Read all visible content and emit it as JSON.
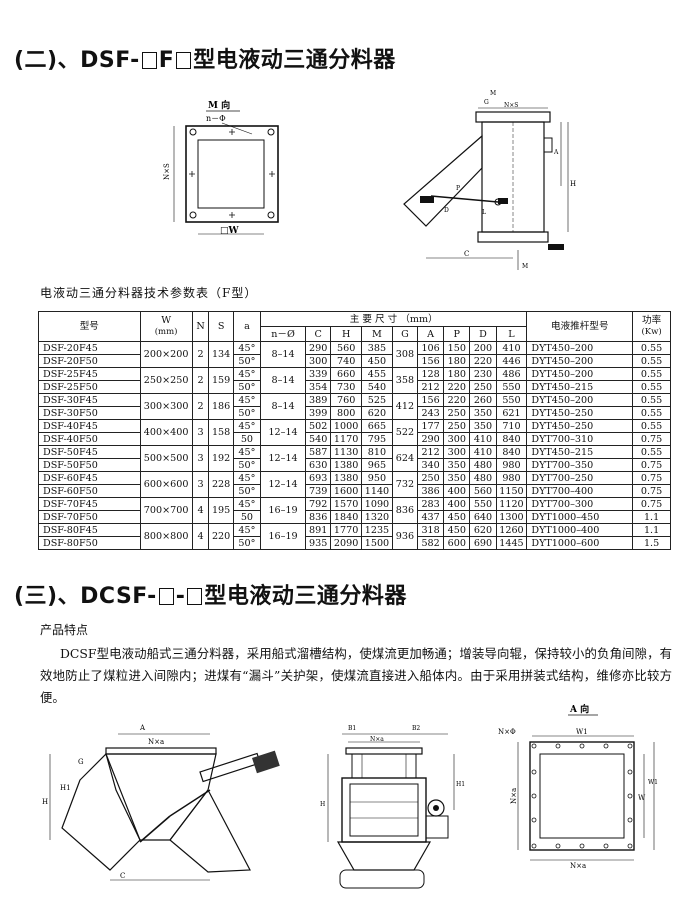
{
  "section2": {
    "prefix": "(二)、",
    "code_a": "DSF-",
    "code_b": "F",
    "title_cn": "型电液动三通分料器"
  },
  "fig1": {
    "m_view": "M 向",
    "n_phi": "n－Φ",
    "nxs": "N×S",
    "w_label": "□W"
  },
  "fig2": {
    "g": "G",
    "m_top": "M",
    "nxs": "N×S",
    "h": "H",
    "a": "A",
    "p": "P",
    "d": "D",
    "l": "L",
    "c": "C",
    "m_bot": "M"
  },
  "table_caption": "电液动三通分料器技术参数表（F型）",
  "table": {
    "h_model": "型号",
    "h_w": "W",
    "h_w_unit": "(mm)",
    "h_n": "N",
    "h_s": "S",
    "h_a": "a",
    "h_main": "主 要 尺 寸 （mm）",
    "h_nphi": "n－Ø",
    "h_c": "C",
    "h_h": "H",
    "h_m": "M",
    "h_g": "G",
    "h_aa": "A",
    "h_p": "P",
    "h_d": "D",
    "h_l": "L",
    "h_push": "电液推杆型号",
    "h_power": "功率",
    "h_power_unit": "(Kw)",
    "groups": [
      {
        "w": "200×200",
        "n": "2",
        "s": "134",
        "nphi": "8–14",
        "g": "308",
        "rows": [
          {
            "model": "DSF-20F45",
            "a": "45°",
            "c": "290",
            "h": "560",
            "m": "385",
            "A": "106",
            "p": "150",
            "d": "200",
            "l": "410",
            "push": "DYT450–200",
            "kw": "0.55"
          },
          {
            "model": "DSF-20F50",
            "a": "50°",
            "c": "300",
            "h": "740",
            "m": "450",
            "A": "156",
            "p": "180",
            "d": "220",
            "l": "446",
            "push": "DYT450–200",
            "kw": "0.55"
          }
        ]
      },
      {
        "w": "250×250",
        "n": "2",
        "s": "159",
        "nphi": "8–14",
        "g": "358",
        "rows": [
          {
            "model": "DSF-25F45",
            "a": "45°",
            "c": "339",
            "h": "660",
            "m": "455",
            "A": "128",
            "p": "180",
            "d": "230",
            "l": "486",
            "push": "DYT450–200",
            "kw": "0.55"
          },
          {
            "model": "DSF-25F50",
            "a": "50°",
            "c": "354",
            "h": "730",
            "m": "540",
            "A": "212",
            "p": "220",
            "d": "250",
            "l": "550",
            "push": "DYT450–215",
            "kw": "0.55"
          }
        ]
      },
      {
        "w": "300×300",
        "n": "2",
        "s": "186",
        "nphi": "8–14",
        "g": "412",
        "rows": [
          {
            "model": "DSF-30F45",
            "a": "45°",
            "c": "389",
            "h": "760",
            "m": "525",
            "A": "156",
            "p": "220",
            "d": "260",
            "l": "550",
            "push": "DYT450–200",
            "kw": "0.55"
          },
          {
            "model": "DSF-30F50",
            "a": "50°",
            "c": "399",
            "h": "800",
            "m": "620",
            "A": "243",
            "p": "250",
            "d": "350",
            "l": "621",
            "push": "DYT450–250",
            "kw": "0.55"
          }
        ]
      },
      {
        "w": "400×400",
        "n": "3",
        "s": "158",
        "nphi": "12–14",
        "g": "522",
        "rows": [
          {
            "model": "DSF-40F45",
            "a": "45°",
            "c": "502",
            "h": "1000",
            "m": "665",
            "A": "177",
            "p": "250",
            "d": "350",
            "l": "710",
            "push": "DYT450–250",
            "kw": "0.55"
          },
          {
            "model": "DSF-40F50",
            "a": "50",
            "c": "540",
            "h": "1170",
            "m": "795",
            "A": "290",
            "p": "300",
            "d": "410",
            "l": "840",
            "push": "DYT700–310",
            "kw": "0.75"
          }
        ]
      },
      {
        "w": "500×500",
        "n": "3",
        "s": "192",
        "nphi": "12–14",
        "g": "624",
        "rows": [
          {
            "model": "DSF-50F45",
            "a": "45°",
            "c": "587",
            "h": "1130",
            "m": "810",
            "A": "212",
            "p": "300",
            "d": "410",
            "l": "840",
            "push": "DYT450–215",
            "kw": "0.55"
          },
          {
            "model": "DSF-50F50",
            "a": "50°",
            "c": "630",
            "h": "1380",
            "m": "965",
            "A": "340",
            "p": "350",
            "d": "480",
            "l": "980",
            "push": "DYT700–350",
            "kw": "0.75"
          }
        ]
      },
      {
        "w": "600×600",
        "n": "3",
        "s": "228",
        "nphi": "12–14",
        "g": "732",
        "rows": [
          {
            "model": "DSF-60F45",
            "a": "45°",
            "c": "693",
            "h": "1380",
            "m": "950",
            "A": "250",
            "p": "350",
            "d": "480",
            "l": "980",
            "push": "DYT700–250",
            "kw": "0.75"
          },
          {
            "model": "DSF-60F50",
            "a": "50°",
            "c": "739",
            "h": "1600",
            "m": "1140",
            "A": "386",
            "p": "400",
            "d": "560",
            "l": "1150",
            "push": "DYT700–400",
            "kw": "0.75"
          }
        ]
      },
      {
        "w": "700×700",
        "n": "4",
        "s": "195",
        "nphi": "16–19",
        "g": "836",
        "rows": [
          {
            "model": "DSF-70F45",
            "a": "45°",
            "c": "792",
            "h": "1570",
            "m": "1090",
            "A": "283",
            "p": "400",
            "d": "550",
            "l": "1120",
            "push": "DYT700–300",
            "kw": "0.75"
          },
          {
            "model": "DSF-70F50",
            "a": "50",
            "c": "836",
            "h": "1840",
            "m": "1320",
            "A": "437",
            "p": "450",
            "d": "640",
            "l": "1300",
            "push": "DYT1000–450",
            "kw": "1.1"
          }
        ]
      },
      {
        "w": "800×800",
        "n": "4",
        "s": "220",
        "nphi": "16–19",
        "g": "936",
        "rows": [
          {
            "model": "DSF-80F45",
            "a": "45°",
            "c": "891",
            "h": "1770",
            "m": "1235",
            "A": "318",
            "p": "450",
            "d": "620",
            "l": "1260",
            "push": "DYT1000–400",
            "kw": "1.1"
          },
          {
            "model": "DSF-80F50",
            "a": "50°",
            "c": "935",
            "h": "2090",
            "m": "1500",
            "A": "582",
            "p": "600",
            "d": "690",
            "l": "1445",
            "push": "DYT1000–600",
            "kw": "1.5"
          }
        ]
      }
    ]
  },
  "section3": {
    "prefix": "(三)、",
    "code_a": "DCSF-",
    "code_b": "-",
    "title_cn": "型电液动三通分料器"
  },
  "intro_label": "产品特点",
  "intro_text": "DCSF型电液动船式三通分料器，采用船式溜槽结构，使煤流更加畅通；增装导向辊，保持较小的负角间隙，有效地防止了煤粒进入间隙内；进煤有“漏斗”关护架，使煤流直接进入船体内。由于采用拼装式结构，维修亦比较方便。",
  "fig3": {
    "a": "A",
    "nxa": "N×a",
    "g": "G",
    "h": "H",
    "h1": "H1",
    "c": "C"
  },
  "fig4": {
    "b1": "B1",
    "b2": "B2",
    "nxa": "N×a",
    "h1": "H1",
    "h": "H"
  },
  "fig5": {
    "a_view": "A 向",
    "nphi": "N×Φ",
    "w1": "W1",
    "nxa_left": "N×a",
    "w": "W",
    "w1_right": "W1",
    "nxa_bottom": "N×a"
  }
}
